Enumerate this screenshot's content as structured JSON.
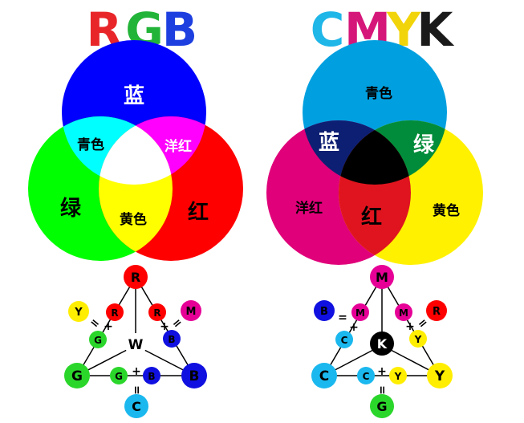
{
  "rgb": {
    "title": [
      {
        "ch": "R",
        "color": "#e8262a"
      },
      {
        "ch": "G",
        "color": "#22b438"
      },
      {
        "ch": "B",
        "color": "#1d3fe0"
      }
    ],
    "circle_colors": {
      "blue": "#0000ff",
      "green": "#00ff00",
      "red": "#ff0000"
    },
    "overlap_colors": {
      "cyan": "#00ffff",
      "magenta": "#ff00ff",
      "yellow": "#ffff00",
      "white": "#ffffff"
    },
    "labels": {
      "blue": "蓝",
      "cyan": "青色",
      "magenta": "洋红",
      "green": "绿",
      "yellow": "黄色",
      "red": "红"
    },
    "diagram": {
      "top": "R",
      "left": "G",
      "right": "B",
      "center": "W",
      "bottom": "C",
      "left_side": {
        "outer": "Y",
        "a": "R",
        "b": "G"
      },
      "right_side": {
        "outer": "M",
        "a": "R",
        "b": "B"
      },
      "bottom_side": {
        "a": "G",
        "b": "B"
      }
    }
  },
  "cmyk": {
    "title": [
      {
        "ch": "C",
        "color": "#1fb6e8"
      },
      {
        "ch": "M",
        "color": "#d6177a"
      },
      {
        "ch": "Y",
        "color": "#f2d40a"
      },
      {
        "ch": "K",
        "color": "#1a1a1a"
      }
    ],
    "circle_colors": {
      "cyan": "#00a0e0",
      "magenta": "#e0007a",
      "yellow": "#fff100"
    },
    "overlap_colors": {
      "blue": "#0d1f73",
      "red": "#e0141e",
      "green": "#008c3a",
      "black": "#000000"
    },
    "labels": {
      "cyan": "青色",
      "blue": "蓝",
      "green": "绿",
      "magenta": "洋红",
      "red": "红",
      "yellow": "黄色"
    },
    "diagram": {
      "top": "M",
      "left": "C",
      "right": "Y",
      "center": "K",
      "bottom": "G",
      "left_side": {
        "outer": "B",
        "a": "M",
        "b": "C"
      },
      "right_side": {
        "outer": "R",
        "a": "M",
        "b": "Y"
      },
      "bottom_side": {
        "a": "C",
        "b": "Y"
      }
    }
  },
  "symbols": {
    "plus": "+",
    "equals": "="
  },
  "node_colors": {
    "R": "#ff0000",
    "G": "#2bd62b",
    "B": "#1010e0",
    "C": "#1ab8ee",
    "M": "#e60096",
    "Y": "#ffee00",
    "K": "#000000",
    "W": "#ffffff"
  }
}
